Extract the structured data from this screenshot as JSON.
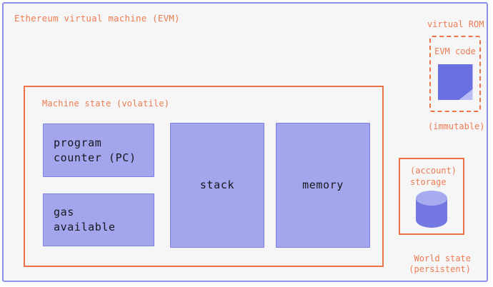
{
  "diagram": {
    "title": "Ethereum virtual machine (EVM)",
    "machine_state": {
      "label": "Machine state (volatile)",
      "boxes": {
        "program_counter": "program\ncounter (PC)",
        "gas_available": "gas\navailable",
        "stack": "stack",
        "memory": "memory"
      }
    },
    "rom": {
      "label": "virtual ROM",
      "code_box_label": "EVM code",
      "code_icon": "document-icon",
      "note": "(immutable)"
    },
    "storage": {
      "label": "(account)\nstorage",
      "icon": "database-cylinder-icon"
    },
    "world_state": {
      "label": "World state\n(persistent)"
    }
  },
  "colors": {
    "orange": "#ed7347",
    "orange_text": "#ee7c52",
    "purple_fill": "#a3a6ec",
    "purple_border": "#7b80e5",
    "purple_dark": "#6a6fe2",
    "purple_light": "#b9bcf4",
    "frame_border": "#8d92ea",
    "bg": "#f6f6f7",
    "ink": "#17171e"
  }
}
